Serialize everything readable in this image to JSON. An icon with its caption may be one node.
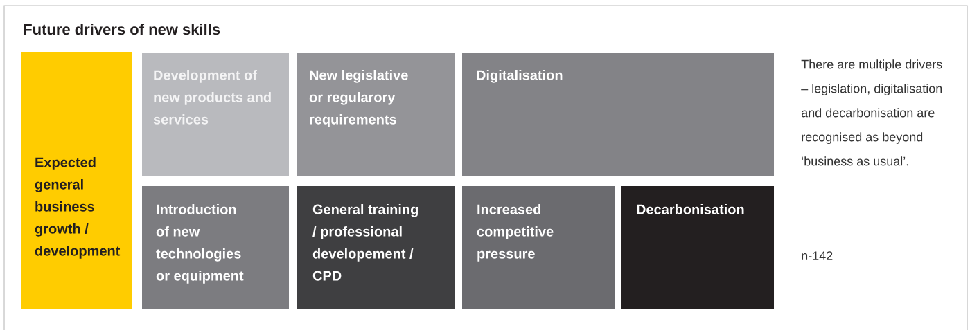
{
  "diagram": {
    "title": "Future drivers of new skills",
    "nodes": [
      {
        "text": [
          "Expected general business growth / development"
        ]
      },
      {
        "text": [
          "Development of new products and services"
        ]
      },
      {
        "text": [
          "New legislative or regularory requirements"
        ]
      },
      {
        "text": [
          "Digitalisation"
        ]
      },
      {
        "text": [
          "Introduction of new technologies or equipment"
        ]
      },
      {
        "text": [
          "General training / professional developement / CPD"
        ]
      },
      {
        "text": [
          "Increased competitive pressure"
        ]
      },
      {
        "text": [
          "Decarbonisation"
        ]
      }
    ],
    "labels": [
      "There are multiple drivers – legislation, digitalisation and decarbonisation are recognised as beyond ‘business as usual’.",
      "n-142"
    ]
  }
}
